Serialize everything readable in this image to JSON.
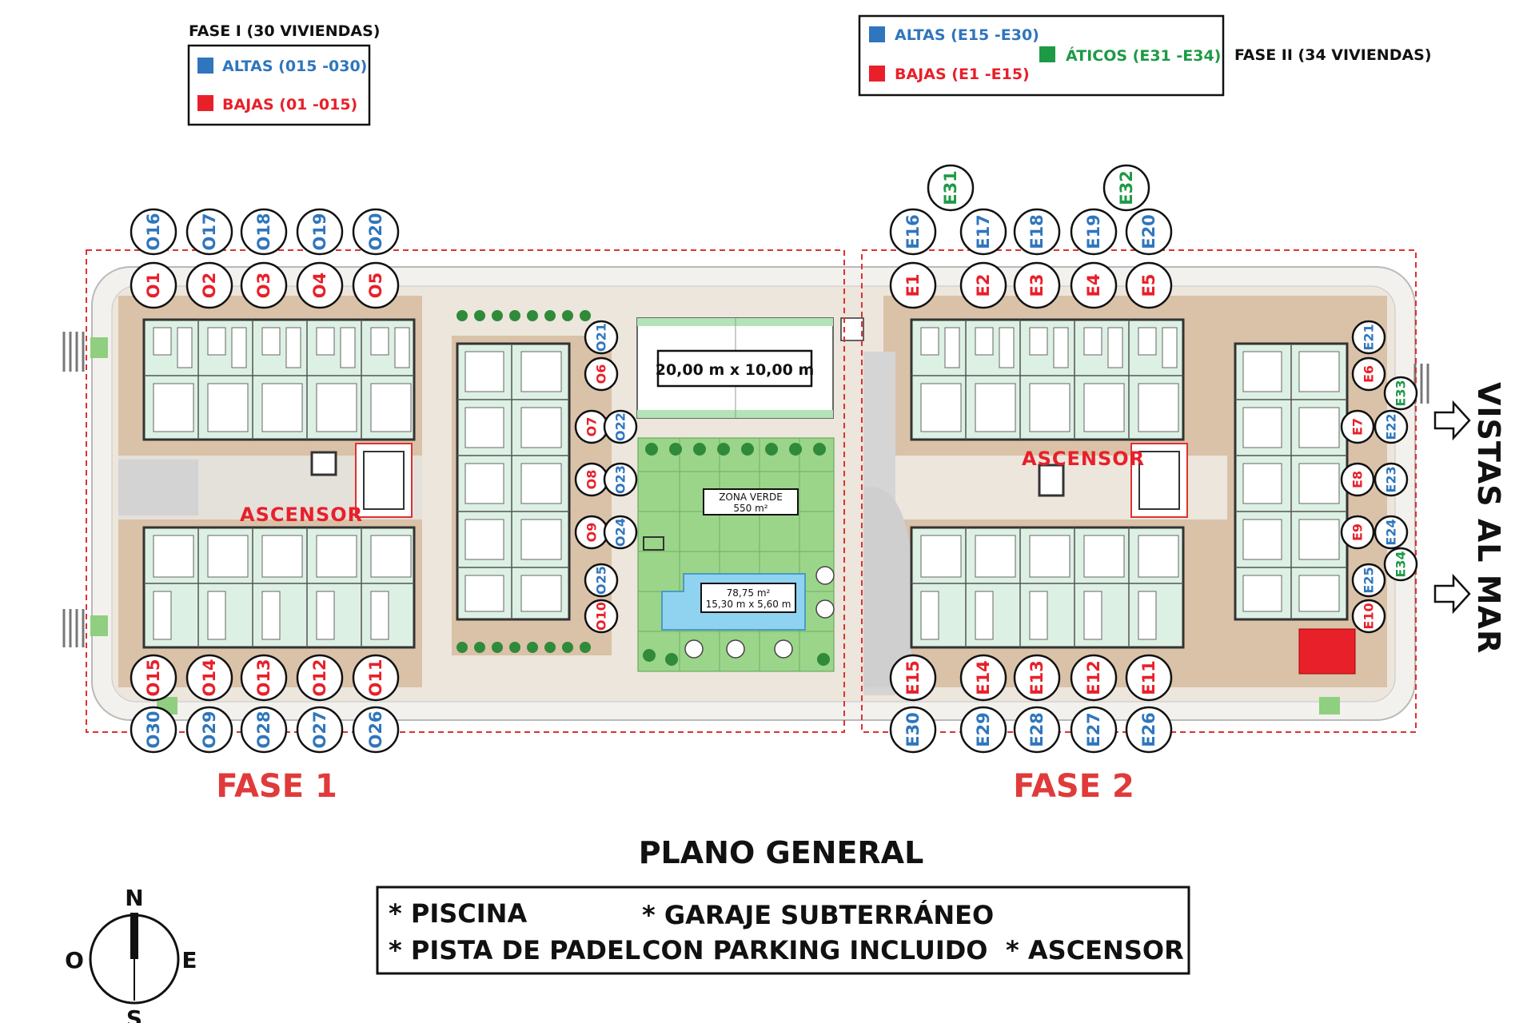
{
  "title": "PLANO GENERAL",
  "colors": {
    "altas": "#2f76bd",
    "bajas": "#e8202a",
    "aticos": "#1e9a46",
    "phase_label": "#e03a3a",
    "pool": "#8fd3f0",
    "green_zone": "#9bd58a",
    "deck": "#d9c2a8",
    "paving": "#ede7df",
    "interior": "#ddf0e4",
    "wall": "#333333",
    "boundary": "#e03030"
  },
  "legend_fase1": {
    "heading": "FASE I (30 VIVIENDAS)",
    "items": [
      {
        "label": "ALTAS (015 -030)",
        "color": "#2f76bd"
      },
      {
        "label": "BAJAS (01 -015)",
        "color": "#e8202a"
      }
    ]
  },
  "legend_fase2": {
    "heading": "FASE II (34 VIVIENDAS)",
    "items": [
      {
        "label": "ALTAS (E15 -E30)",
        "color": "#2f76bd"
      },
      {
        "label": "BAJAS (E1 -E15)",
        "color": "#e8202a"
      },
      {
        "label": "ÁTICOS (E31 -E34)",
        "color": "#1e9a46"
      }
    ]
  },
  "phase_labels": [
    "FASE 1",
    "FASE 2"
  ],
  "ascensor_labels": [
    "ASCENSOR",
    "ASCENSOR"
  ],
  "vistas": "VISTAS AL MAR",
  "padel": "20,00 m x 10,00 m",
  "zona_verde": {
    "name": "ZONA VERDE",
    "area": "550 m²"
  },
  "piscina": {
    "area": "78,75 m²",
    "dims": "15,30 m x 5,60 m"
  },
  "compass": {
    "n": "N",
    "s": "S",
    "e": "E",
    "o": "O"
  },
  "amenities": [
    "* PISCINA",
    "* PISTA DE PADEL",
    "* GARAJE SUBTERRÁNEO",
    "CON PARKING INCLUIDO",
    "* ASCENSOR"
  ],
  "unit_markers": [
    {
      "label": "O16",
      "kind": "altas"
    },
    {
      "label": "O17",
      "kind": "altas"
    },
    {
      "label": "O18",
      "kind": "altas"
    },
    {
      "label": "O19",
      "kind": "altas"
    },
    {
      "label": "O20",
      "kind": "altas"
    },
    {
      "label": "O1",
      "kind": "bajas"
    },
    {
      "label": "O2",
      "kind": "bajas"
    },
    {
      "label": "O3",
      "kind": "bajas"
    },
    {
      "label": "O4",
      "kind": "bajas"
    },
    {
      "label": "O5",
      "kind": "bajas"
    },
    {
      "label": "O15",
      "kind": "bajas"
    },
    {
      "label": "O14",
      "kind": "bajas"
    },
    {
      "label": "O13",
      "kind": "bajas"
    },
    {
      "label": "O12",
      "kind": "bajas"
    },
    {
      "label": "O11",
      "kind": "bajas"
    },
    {
      "label": "O30",
      "kind": "altas"
    },
    {
      "label": "O29",
      "kind": "altas"
    },
    {
      "label": "O28",
      "kind": "altas"
    },
    {
      "label": "O27",
      "kind": "altas"
    },
    {
      "label": "O26",
      "kind": "altas"
    },
    {
      "label": "O21",
      "kind": "altas"
    },
    {
      "label": "O6",
      "kind": "bajas"
    },
    {
      "label": "O7",
      "kind": "bajas"
    },
    {
      "label": "O22",
      "kind": "altas"
    },
    {
      "label": "O8",
      "kind": "bajas"
    },
    {
      "label": "O23",
      "kind": "altas"
    },
    {
      "label": "O9",
      "kind": "bajas"
    },
    {
      "label": "O24",
      "kind": "altas"
    },
    {
      "label": "O25",
      "kind": "altas"
    },
    {
      "label": "O10",
      "kind": "bajas"
    },
    {
      "label": "E31",
      "kind": "aticos"
    },
    {
      "label": "E32",
      "kind": "aticos"
    },
    {
      "label": "E16",
      "kind": "altas"
    },
    {
      "label": "E17",
      "kind": "altas"
    },
    {
      "label": "E18",
      "kind": "altas"
    },
    {
      "label": "E19",
      "kind": "altas"
    },
    {
      "label": "E20",
      "kind": "altas"
    },
    {
      "label": "E1",
      "kind": "bajas"
    },
    {
      "label": "E2",
      "kind": "bajas"
    },
    {
      "label": "E3",
      "kind": "bajas"
    },
    {
      "label": "E4",
      "kind": "bajas"
    },
    {
      "label": "E5",
      "kind": "bajas"
    },
    {
      "label": "E15",
      "kind": "bajas"
    },
    {
      "label": "E14",
      "kind": "bajas"
    },
    {
      "label": "E13",
      "kind": "bajas"
    },
    {
      "label": "E12",
      "kind": "bajas"
    },
    {
      "label": "E11",
      "kind": "bajas"
    },
    {
      "label": "E30",
      "kind": "altas"
    },
    {
      "label": "E29",
      "kind": "altas"
    },
    {
      "label": "E28",
      "kind": "altas"
    },
    {
      "label": "E27",
      "kind": "altas"
    },
    {
      "label": "E26",
      "kind": "altas"
    },
    {
      "label": "E21",
      "kind": "altas"
    },
    {
      "label": "E6",
      "kind": "bajas"
    },
    {
      "label": "E33",
      "kind": "aticos"
    },
    {
      "label": "E7",
      "kind": "bajas"
    },
    {
      "label": "E22",
      "kind": "altas"
    },
    {
      "label": "E8",
      "kind": "bajas"
    },
    {
      "label": "E23",
      "kind": "altas"
    },
    {
      "label": "E9",
      "kind": "bajas"
    },
    {
      "label": "E24",
      "kind": "altas"
    },
    {
      "label": "E34",
      "kind": "aticos"
    },
    {
      "label": "E25",
      "kind": "altas"
    },
    {
      "label": "E10",
      "kind": "bajas"
    }
  ]
}
